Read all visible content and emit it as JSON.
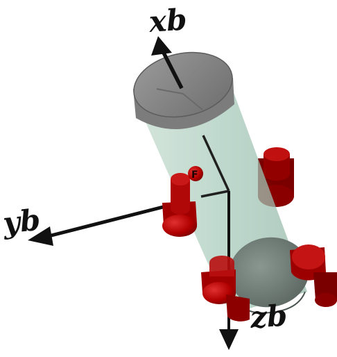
{
  "labels": {
    "x_axis": "xb",
    "y_axis": "yb",
    "z_axis": "zb",
    "marker": "F"
  },
  "colors": {
    "background": "#ffffff",
    "body_cylinder": "#a9cbbc",
    "end_caps": "#8a8a8a",
    "thrusters": "#b00000",
    "axes": "#111111"
  }
}
